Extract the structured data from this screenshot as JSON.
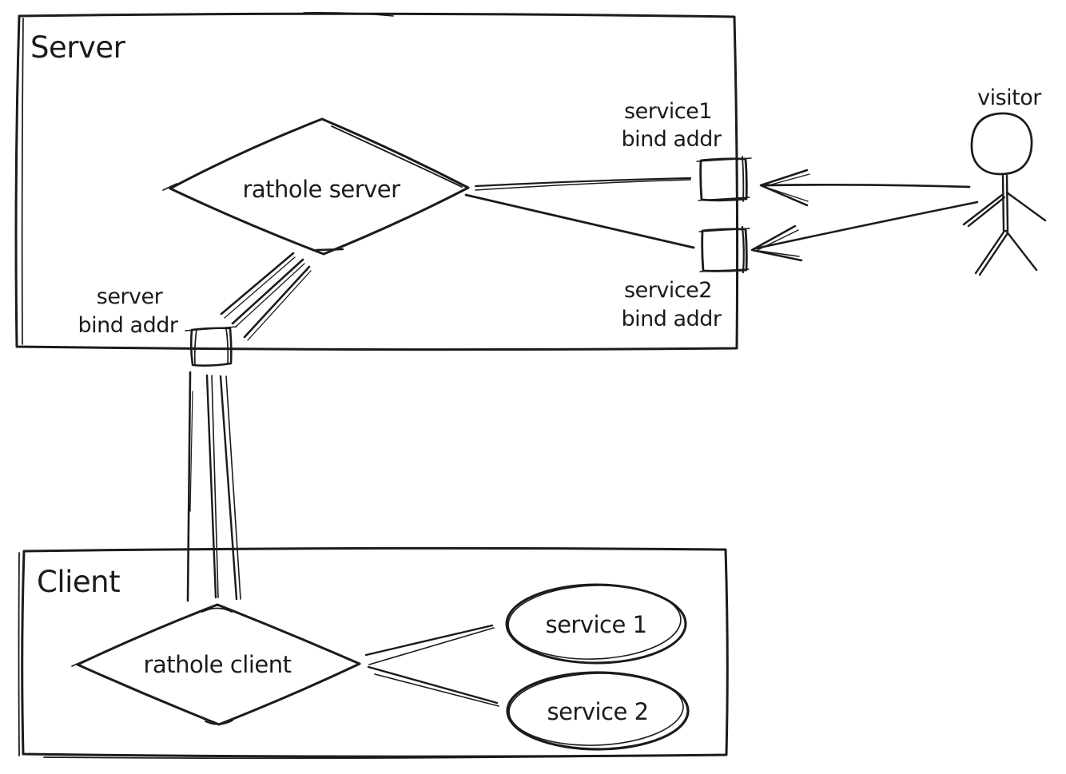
{
  "diagram": {
    "colors": {
      "ink": "#1b1b1b",
      "background": "#ffffff"
    },
    "server_box": {
      "label": "Server"
    },
    "client_box": {
      "label": "Client"
    },
    "nodes": {
      "rathole_server": {
        "label": "rathole server"
      },
      "rathole_client": {
        "label": "rathole client"
      },
      "service1": {
        "label": "service 1"
      },
      "service2": {
        "label": "service 2"
      },
      "visitor": {
        "label": "visitor"
      }
    },
    "ports": {
      "service1_bind": {
        "line1": "service1",
        "line2": "bind addr"
      },
      "service2_bind": {
        "line1": "service2",
        "line2": "bind addr"
      },
      "server_bind": {
        "line1": "server",
        "line2": "bind addr"
      }
    }
  }
}
